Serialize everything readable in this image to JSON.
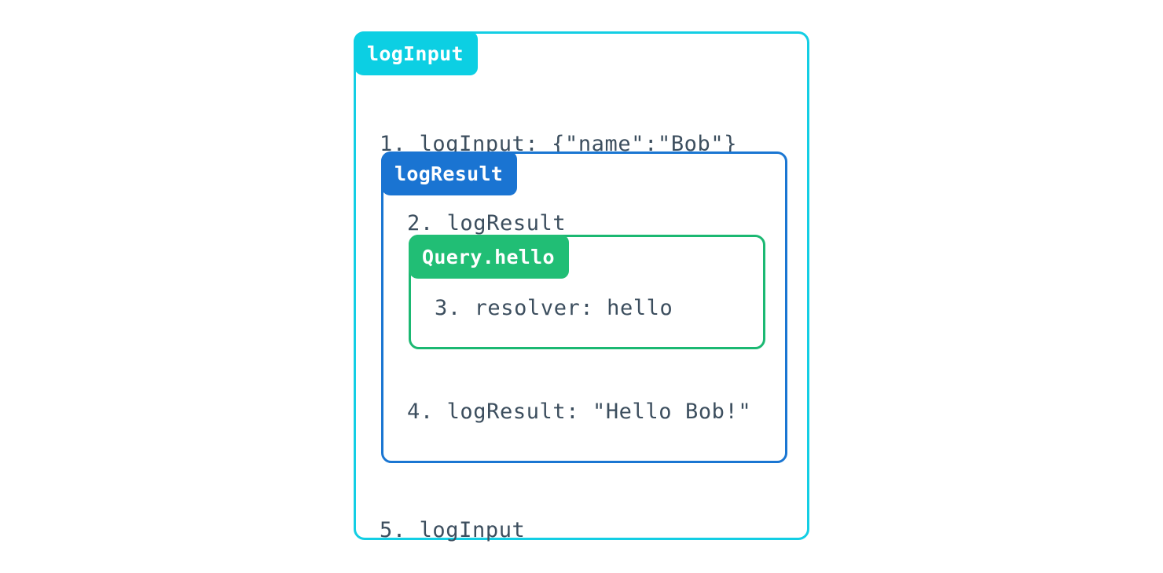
{
  "diagram": {
    "title": "logInput",
    "background": "#ffffff",
    "text_color": "#3C4E5E"
  },
  "boxes": {
    "outer": {
      "label": "logInput",
      "color": "#0CCFE3",
      "border_color": "#13CEE4"
    },
    "middle": {
      "label": "logResult",
      "color": "#1A74D2",
      "border_color": "#1A76D2"
    },
    "inner": {
      "label": "Query.hello",
      "color": "#21BE75",
      "border_color": "#1BB872"
    }
  },
  "lines": {
    "line1": "1. logInput: {\"name\":\"Bob\"}",
    "line2": "2. logResult",
    "line3": "3. resolver: hello",
    "line4": "4. logResult: \"Hello Bob!\"",
    "line5": "5. logInput"
  }
}
